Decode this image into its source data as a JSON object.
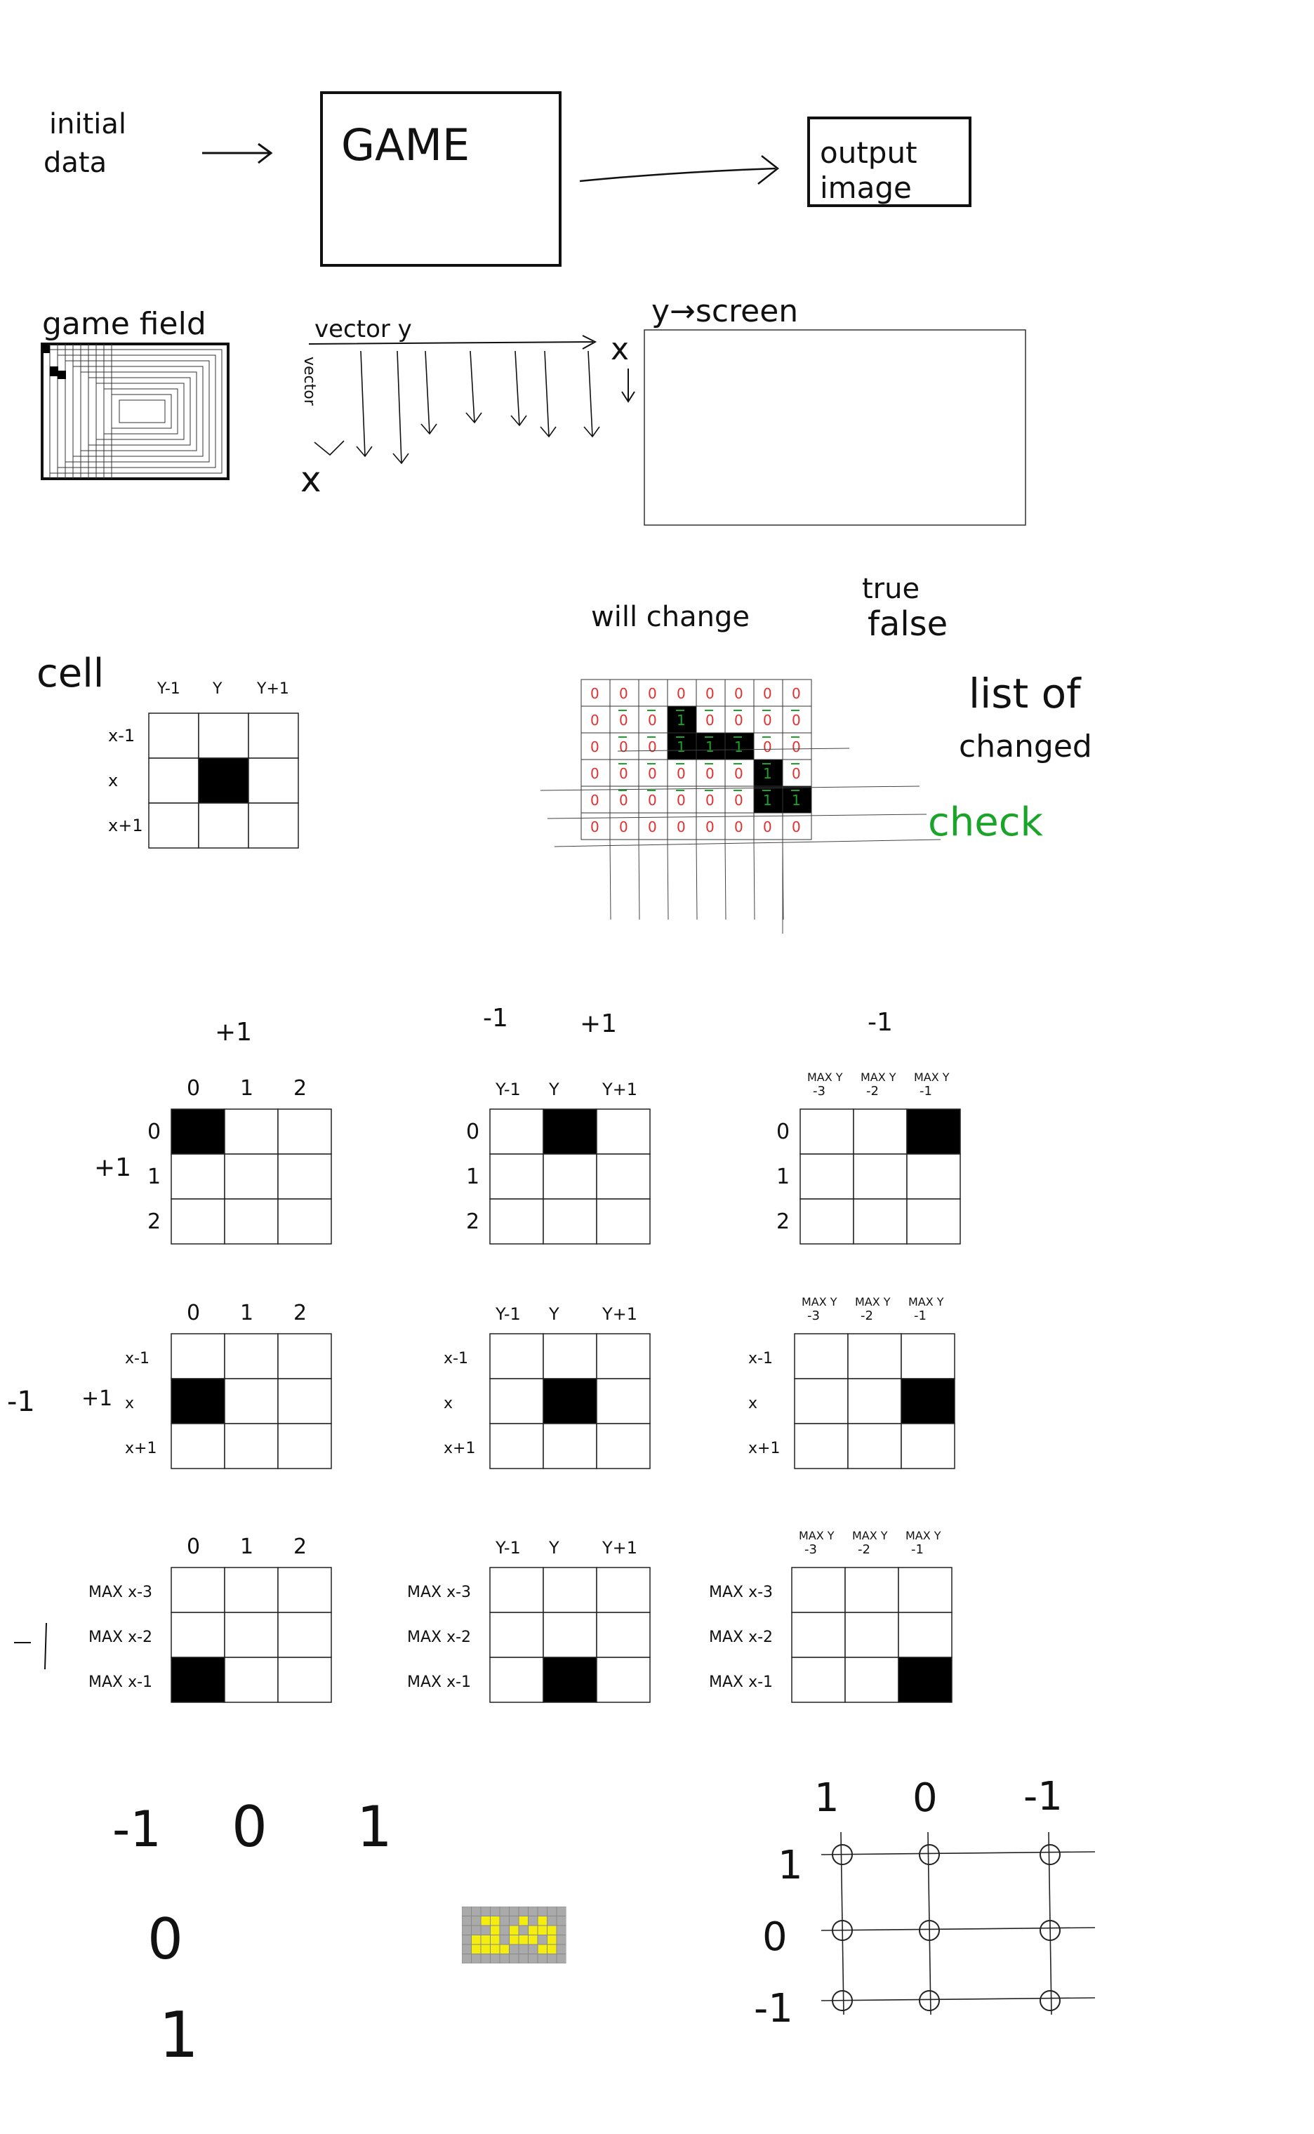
{
  "flow": {
    "input_label_1": "initial",
    "input_label_2": "data",
    "game_label": "GAME",
    "output_label_1": "output",
    "output_label_2": "image"
  },
  "field": {
    "title": "game field",
    "vector_label": "vector y",
    "vector_vertical_label": "vector",
    "x_label": "x",
    "screen_title": "y→screen",
    "screen_x": "x"
  },
  "cell": {
    "title": "cell",
    "cols": [
      "Y-1",
      "Y",
      "Y+1"
    ],
    "rows": [
      "x-1",
      "x",
      "x+1"
    ]
  },
  "change": {
    "title": "will change",
    "legend_true": "true",
    "legend_false": "false",
    "list_label_1": "list of",
    "list_label_2": "changed",
    "check_label": "check",
    "cell_zero": "0",
    "cell_one": "1"
  },
  "edge_notes": {
    "plus_one": "+1",
    "minus_one": "-1",
    "minus_one_b": "-1",
    "minus_one_c": "-1",
    "plus_one_b": "+1",
    "plus_one_c": "+1",
    "plus_one_d": "+1"
  },
  "edge_grids": {
    "cols_left": [
      "0",
      "1",
      "2"
    ],
    "cols_mid": [
      "Y-1",
      "Y",
      "Y+1"
    ],
    "cols_right": [
      "MAX Y -3",
      "MAX Y -2",
      "MAX Y -1"
    ],
    "rows_top": [
      "0",
      "1",
      "2"
    ],
    "rows_mid": [
      "x-1",
      "x",
      "x+1"
    ],
    "rows_bottom": [
      "MAX x-3",
      "MAX x-2",
      "MAX x-1"
    ]
  },
  "offsets": {
    "minus_one": "-1",
    "zero": "0",
    "one": "1",
    "right_top": [
      "1",
      "0",
      "-1"
    ],
    "right_side": [
      "1",
      "0",
      "-1"
    ]
  }
}
